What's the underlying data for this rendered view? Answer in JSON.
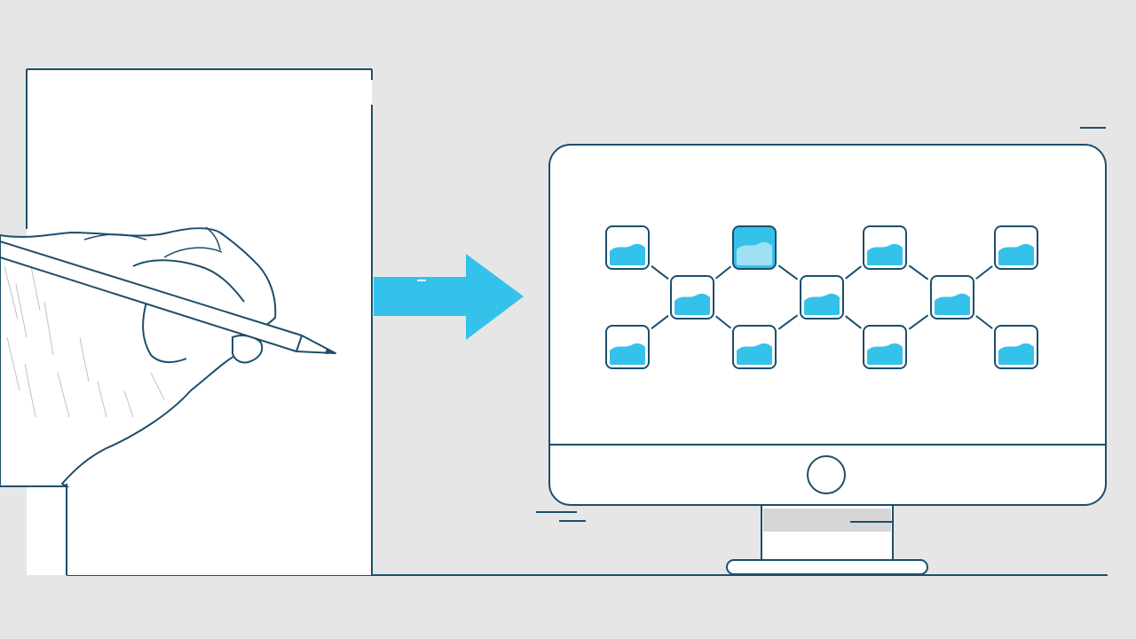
{
  "colors": {
    "background": "#e6e6e6",
    "outline": "#1d4e6b",
    "paper": "#ffffff",
    "accent": "#35c2ea",
    "accent_light": "#9fe0f4",
    "stand_shadow": "#d6d6d6"
  },
  "icons": {
    "hand": "hand-writing-icon",
    "pen": "pen-icon",
    "arrow": "arrow-right-icon",
    "monitor": "monitor-icon",
    "node": "image-node-icon"
  },
  "diagram": {
    "node_count": 11,
    "edge_count": 12,
    "highlighted_node": "top-2"
  }
}
